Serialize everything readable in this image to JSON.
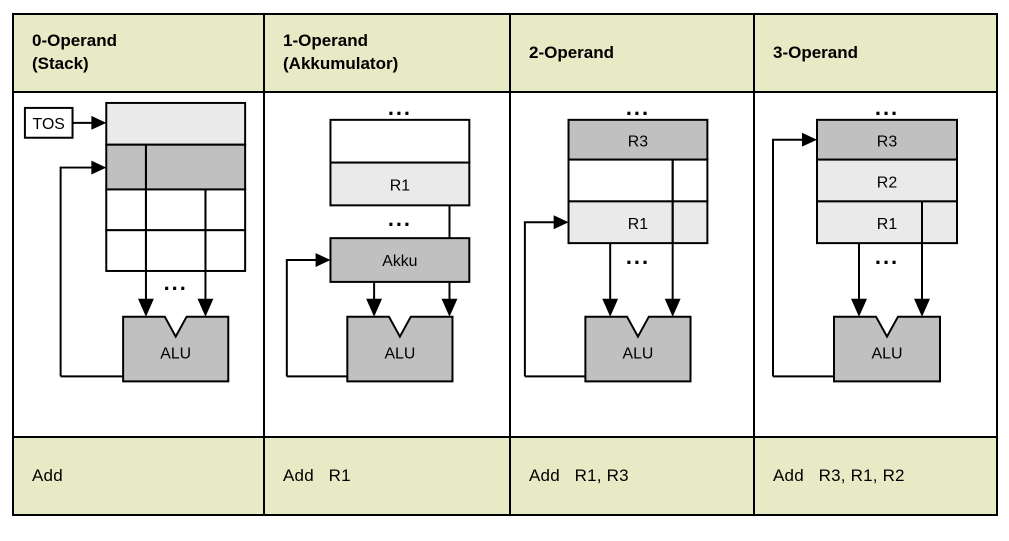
{
  "diagram": {
    "title_row": [
      {
        "id": "col-0",
        "label": "0-Operand\n(Stack)"
      },
      {
        "id": "col-1",
        "label": "1-Operand\n(Akkumulator)"
      },
      {
        "id": "col-2",
        "label": "2-Operand"
      },
      {
        "id": "col-3",
        "label": "3-Operand"
      }
    ],
    "instruction_row": [
      {
        "id": "col-0",
        "text": "Add"
      },
      {
        "id": "col-1",
        "text": "Add   R1"
      },
      {
        "id": "col-2",
        "text": "Add   R1, R3"
      },
      {
        "id": "col-3",
        "text": "Add   R3, R1, R2"
      }
    ],
    "colors": {
      "header_background": "#e8e9c5",
      "footer_background": "#e8e9c5",
      "cell_light": "#eaeaea",
      "cell_medium": "#c0c0c0",
      "cell_white": "#ffffff",
      "alu_fill": "#c0c0c0",
      "stroke": "#000000",
      "page_background": "#ffffff"
    },
    "columns": {
      "col_0_stack": {
        "pointer_label": "TOS",
        "alu_label": "ALU",
        "ellipsis": "...",
        "stack_cells": [
          {
            "label": "",
            "shade": "light"
          },
          {
            "label": "",
            "shade": "medium"
          },
          {
            "label": "",
            "shade": "white"
          },
          {
            "label": "",
            "shade": "white"
          }
        ]
      },
      "col_1_accumulator": {
        "alu_label": "ALU",
        "accumulator_label": "Akku",
        "ellipsis_top": "...",
        "ellipsis_bottom": "...",
        "register_cells": [
          {
            "label": "",
            "shade": "white"
          },
          {
            "label": "R1",
            "shade": "light"
          }
        ]
      },
      "col_2_two_operand": {
        "alu_label": "ALU",
        "ellipsis_top": "...",
        "ellipsis_bottom": "...",
        "register_cells": [
          {
            "label": "R3",
            "shade": "medium"
          },
          {
            "label": "",
            "shade": "white"
          },
          {
            "label": "R1",
            "shade": "light"
          }
        ]
      },
      "col_3_three_operand": {
        "alu_label": "ALU",
        "ellipsis_top": "...",
        "ellipsis_bottom": "...",
        "register_cells": [
          {
            "label": "R3",
            "shade": "medium"
          },
          {
            "label": "R2",
            "shade": "light"
          },
          {
            "label": "R1",
            "shade": "light"
          }
        ]
      }
    }
  }
}
